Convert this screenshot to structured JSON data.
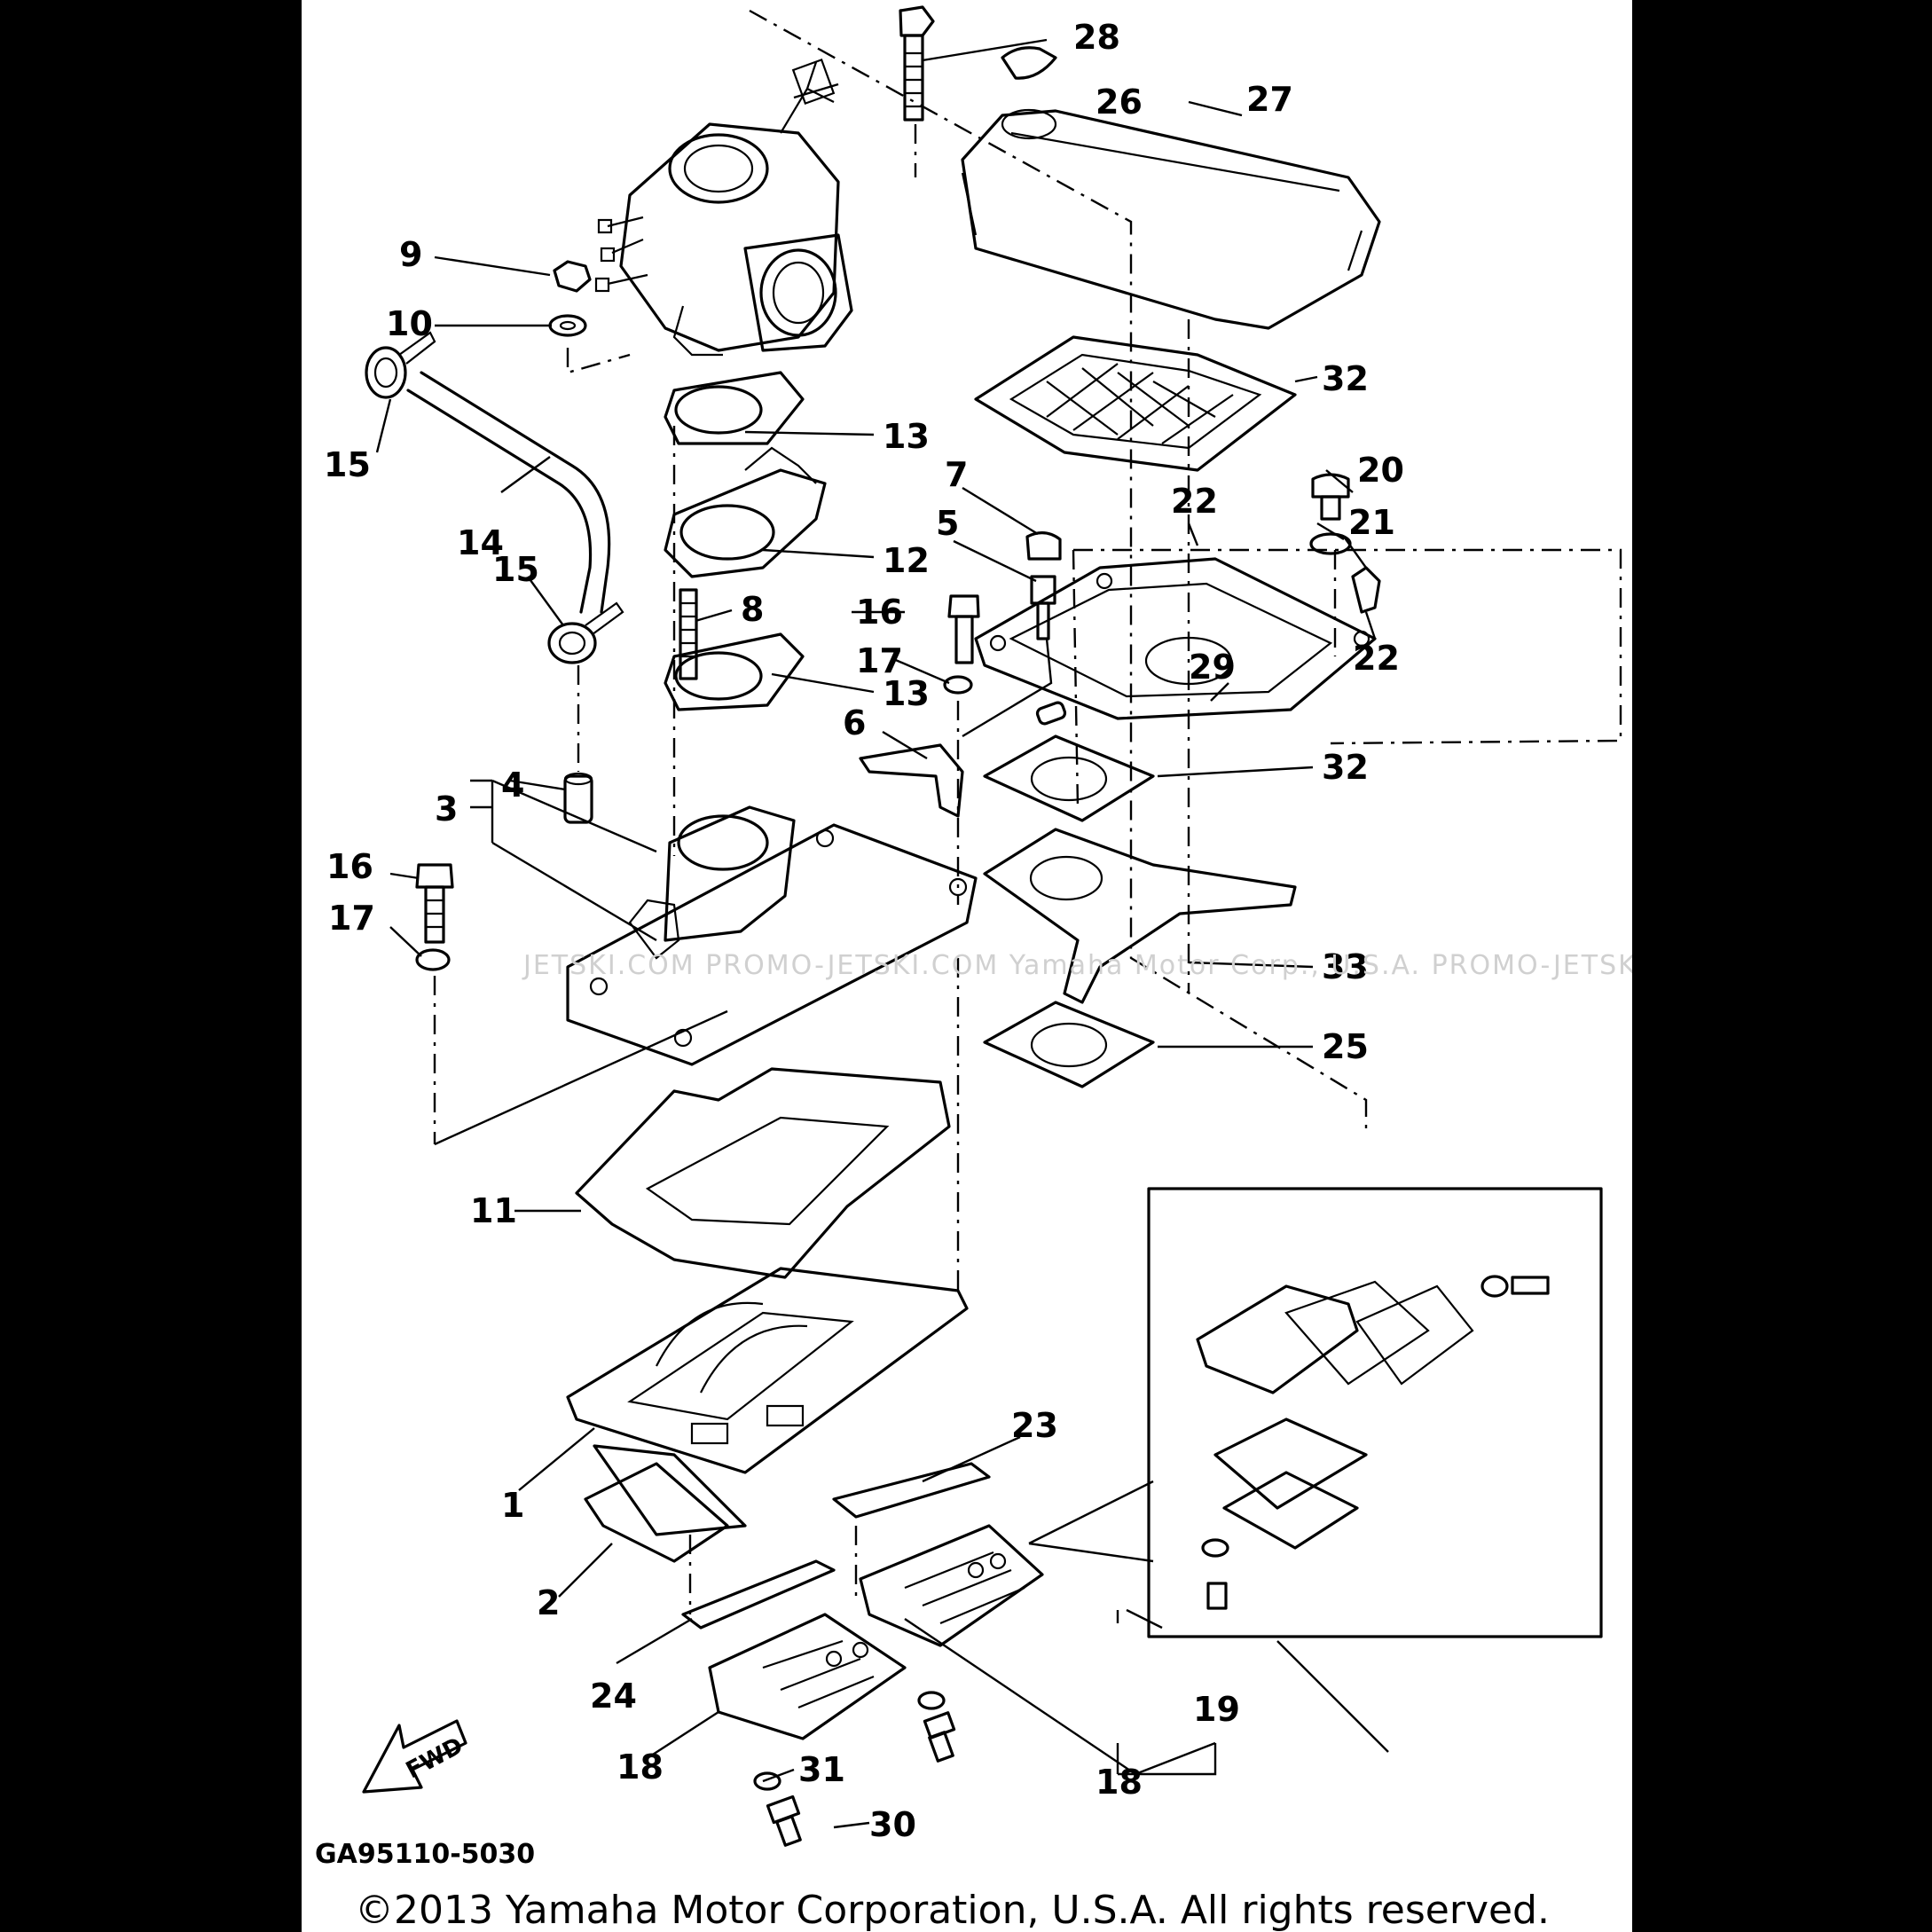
{
  "diagram": {
    "callouts": [
      {
        "id": "1",
        "label": "1"
      },
      {
        "id": "2",
        "label": "2"
      },
      {
        "id": "3",
        "label": "3"
      },
      {
        "id": "4",
        "label": "4"
      },
      {
        "id": "5",
        "label": "5"
      },
      {
        "id": "6",
        "label": "6"
      },
      {
        "id": "7",
        "label": "7"
      },
      {
        "id": "8",
        "label": "8"
      },
      {
        "id": "9",
        "label": "9"
      },
      {
        "id": "10",
        "label": "10"
      },
      {
        "id": "11",
        "label": "11"
      },
      {
        "id": "12",
        "label": "12"
      },
      {
        "id": "13a",
        "label": "13"
      },
      {
        "id": "13b",
        "label": "13"
      },
      {
        "id": "14",
        "label": "14"
      },
      {
        "id": "15a",
        "label": "15"
      },
      {
        "id": "15b",
        "label": "15"
      },
      {
        "id": "16a",
        "label": "16"
      },
      {
        "id": "16b",
        "label": "16"
      },
      {
        "id": "17a",
        "label": "17"
      },
      {
        "id": "17b",
        "label": "17"
      },
      {
        "id": "18a",
        "label": "18"
      },
      {
        "id": "18b",
        "label": "18"
      },
      {
        "id": "19",
        "label": "19"
      },
      {
        "id": "20",
        "label": "20"
      },
      {
        "id": "21",
        "label": "21"
      },
      {
        "id": "22a",
        "label": "22"
      },
      {
        "id": "22b",
        "label": "22"
      },
      {
        "id": "23",
        "label": "23"
      },
      {
        "id": "24",
        "label": "24"
      },
      {
        "id": "25",
        "label": "25"
      },
      {
        "id": "26",
        "label": "26"
      },
      {
        "id": "27",
        "label": "27"
      },
      {
        "id": "28",
        "label": "28"
      },
      {
        "id": "29",
        "label": "29"
      },
      {
        "id": "30",
        "label": "30"
      },
      {
        "id": "31",
        "label": "31"
      },
      {
        "id": "32a",
        "label": "32"
      },
      {
        "id": "32b",
        "label": "32"
      },
      {
        "id": "33",
        "label": "33"
      }
    ],
    "fwd_label": "FWD",
    "drawing_code": "GA95110-5030",
    "watermark": "JETSKI.COM   PROMO-JETSKI.COM   Yamaha Motor Corp., U.S.A.   PROMO-JETSKI.COM",
    "copyright": "©2013 Yamaha Motor Corporation, U.S.A. All rights reserved."
  },
  "colors": {
    "background": "#000000",
    "sheet": "#ffffff",
    "ink": "#000000",
    "watermark": "#d0d0d0"
  }
}
